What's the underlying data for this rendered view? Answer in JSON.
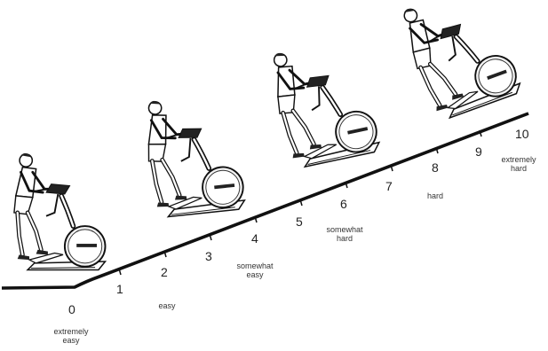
{
  "scale": {
    "ticks": [
      {
        "value": "0"
      },
      {
        "value": "1"
      },
      {
        "value": "2"
      },
      {
        "value": "3"
      },
      {
        "value": "4"
      },
      {
        "value": "5"
      },
      {
        "value": "6"
      },
      {
        "value": "7"
      },
      {
        "value": "8"
      },
      {
        "value": "9"
      },
      {
        "value": "10"
      }
    ],
    "descriptors": {
      "d0": [
        "extremely",
        "easy"
      ],
      "d2": [
        "easy"
      ],
      "d4": [
        "somewhat",
        "easy"
      ],
      "d6": [
        "somewhat",
        "hard"
      ],
      "d8": [
        "hard"
      ],
      "d10": [
        "extremely",
        "hard"
      ]
    }
  },
  "figures": [
    "rider-on-elliptical",
    "rider-on-elliptical",
    "rider-on-elliptical",
    "rider-on-elliptical"
  ],
  "colors": {
    "line": "#111111",
    "ink": "#1a1a1a"
  }
}
